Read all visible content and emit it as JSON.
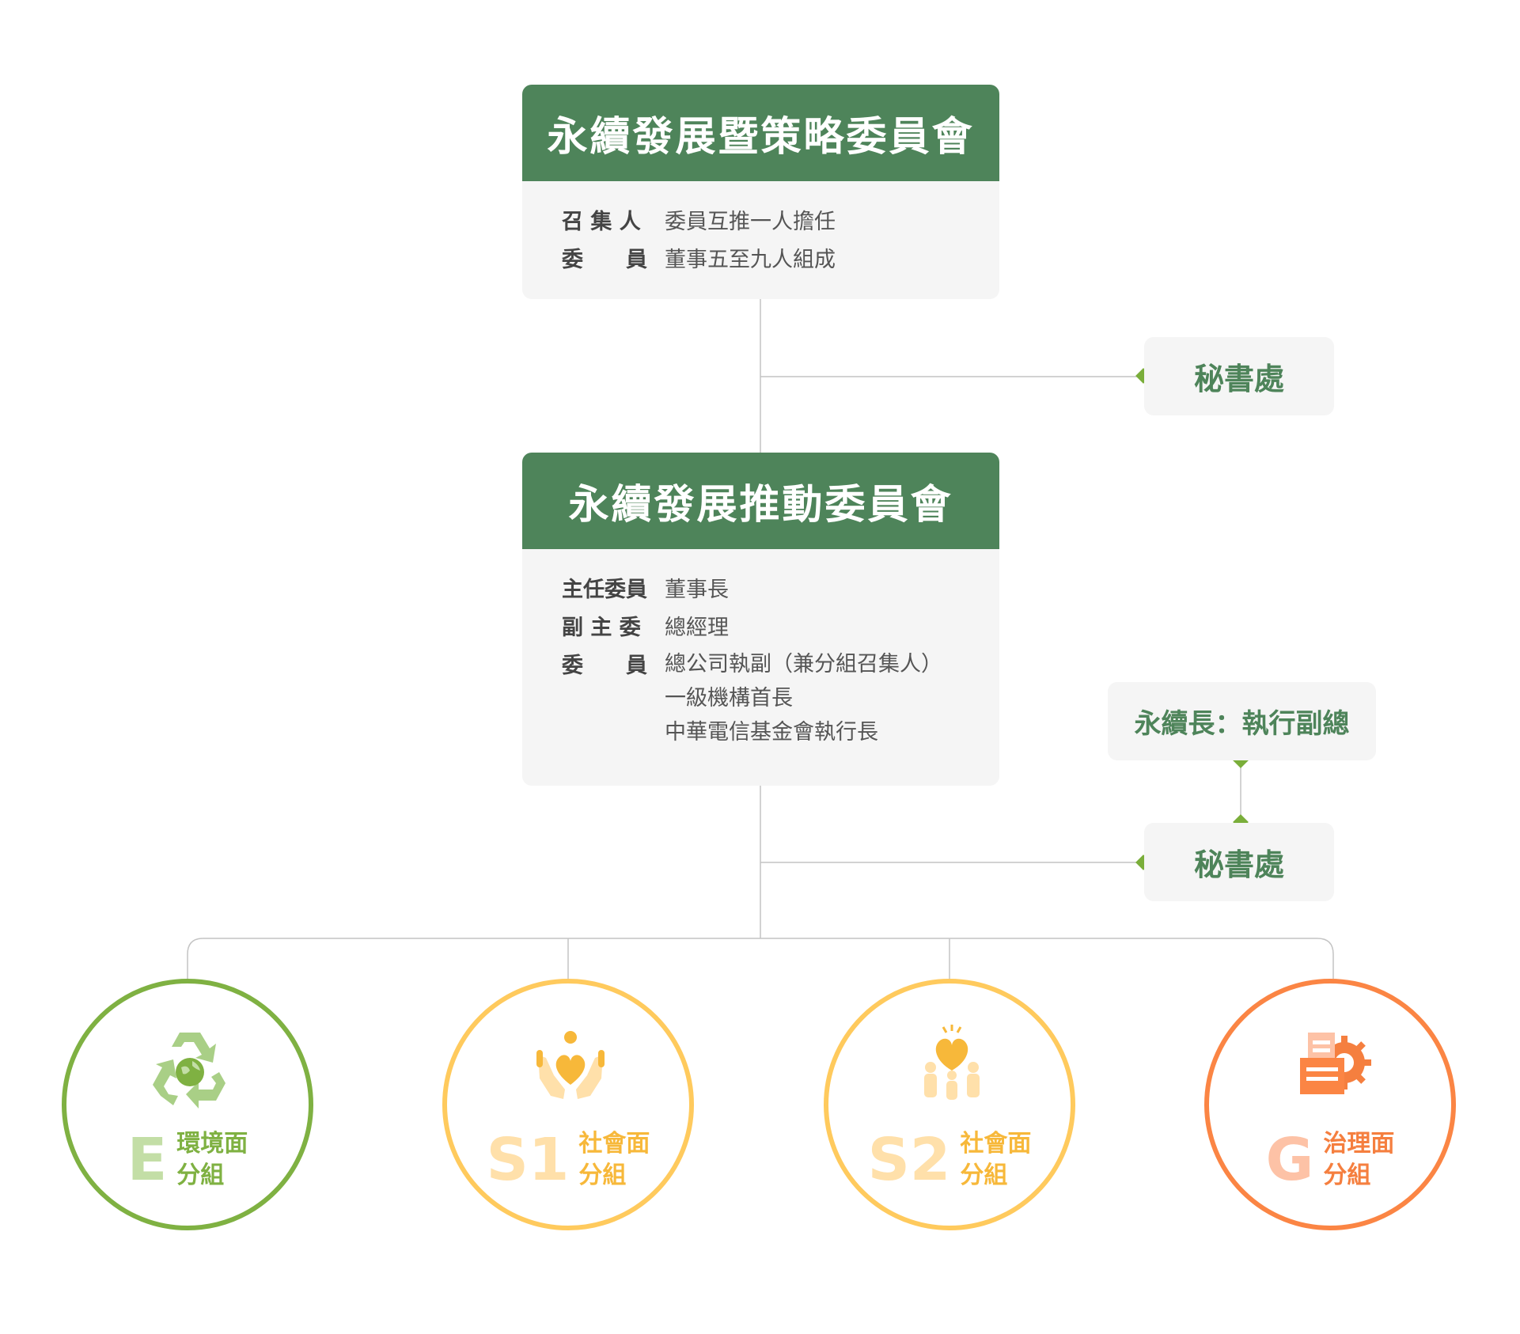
{
  "colors": {
    "header_green": "#4e845a",
    "box_bg": "#f5f5f5",
    "connector": "#c4c4c4",
    "diamond": "#7aae3a",
    "env": "#7fb142",
    "social": "#ffca5d",
    "governance": "#fb8544"
  },
  "strategy_committee": {
    "title": "永續發展暨策略委員會",
    "rows": [
      {
        "label": "召 集 人",
        "value": "委員互推一人擔任"
      },
      {
        "label": "委　　員",
        "value": "董事五至九人組成"
      }
    ]
  },
  "secretariat_top": {
    "label": "秘書處"
  },
  "promotion_committee": {
    "title": "永續發展推動委員會",
    "rows": [
      {
        "label": "主任委員",
        "value": "董事長"
      },
      {
        "label": "副 主 委",
        "value": "總經理"
      },
      {
        "label": "委　　員",
        "values": [
          "總公司執副（兼分組召集人）",
          "一級機構首長",
          "中華電信基金會執行長"
        ]
      }
    ]
  },
  "chief_sustainability_officer": {
    "label": "永續長：執行副總"
  },
  "secretariat_bottom": {
    "label": "秘書處"
  },
  "groups": [
    {
      "letter": "E",
      "line1": "環境面",
      "line2": "分組",
      "icon": "recycle-globe-icon"
    },
    {
      "letter": "S1",
      "line1": "社會面",
      "line2": "分組",
      "icon": "hands-heart-icon"
    },
    {
      "letter": "S2",
      "line1": "社會面",
      "line2": "分組",
      "icon": "family-heart-icon"
    },
    {
      "letter": "G",
      "line1": "治理面",
      "line2": "分組",
      "icon": "document-gear-icon"
    }
  ]
}
